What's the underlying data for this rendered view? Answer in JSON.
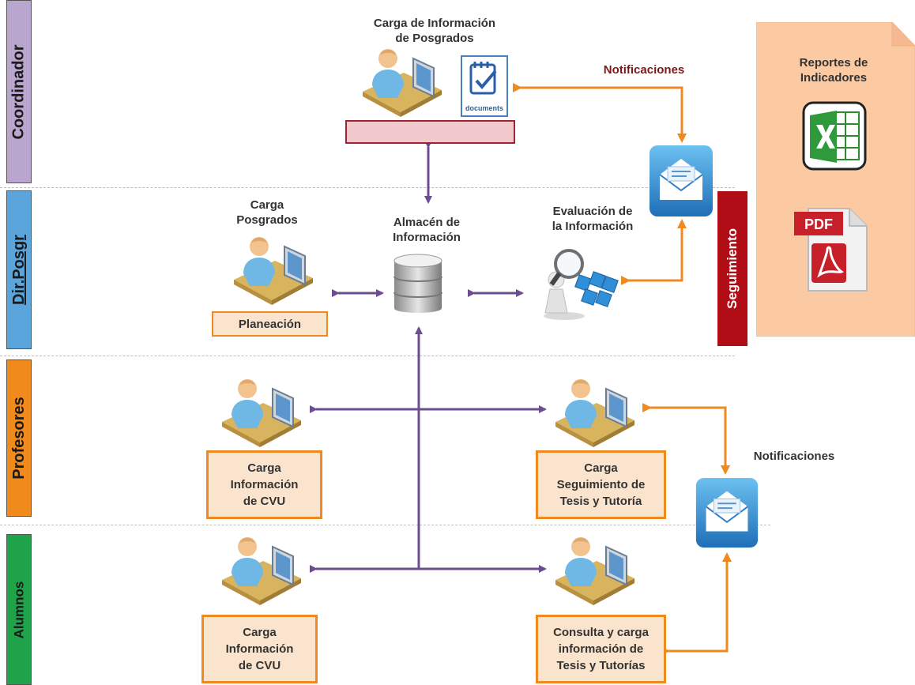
{
  "lanes": {
    "coordinador": "Coordinador",
    "dir_posgr": "Dir.Posgr",
    "profesores": "Profesores",
    "alumnos": "Alumnos"
  },
  "labels": {
    "carga_info_posgrados": "Carga de Información\nde Posgrados",
    "notificaciones_top": "Notificaciones",
    "reportes": "Reportes de\nIndicadores",
    "carga_posgrados": "Carga\nPosgrados",
    "almacen": "Almacén de\nInformación",
    "evaluacion": "Evaluación de\nla Información",
    "seguimiento": "Seguimiento",
    "notificaciones_mid": "Notificaciones",
    "documents": "documents",
    "pdf": "PDF"
  },
  "boxes": {
    "planeacion": "Planeación",
    "prof_cvu": "Carga\nInformación\nde CVU",
    "prof_tesis": "Carga\nSeguimiento de\nTesis y Tutoría",
    "alum_cvu": "Carga\nInformación\nde CVU",
    "alum_tesis": "Consulta y carga\ninformación de\nTesis y Tutorías"
  },
  "colors": {
    "coordinador_tab": "#b9a6cf",
    "dir_posgr_tab": "#5aa6dc",
    "profesores_tab": "#f08a1c",
    "alumnos_tab": "#1fa34a",
    "purple_arrow": "#6c4d8f",
    "orange_arrow": "#ee8a1f",
    "label_red": "#7a1919",
    "seguimiento": "#b00d16",
    "report_panel": "#fbc9a2"
  },
  "icons": [
    "user-at-computer-icon",
    "documents-icon",
    "mail-icon",
    "database-icon",
    "magnifier-analysis-icon",
    "excel-icon",
    "pdf-icon"
  ]
}
